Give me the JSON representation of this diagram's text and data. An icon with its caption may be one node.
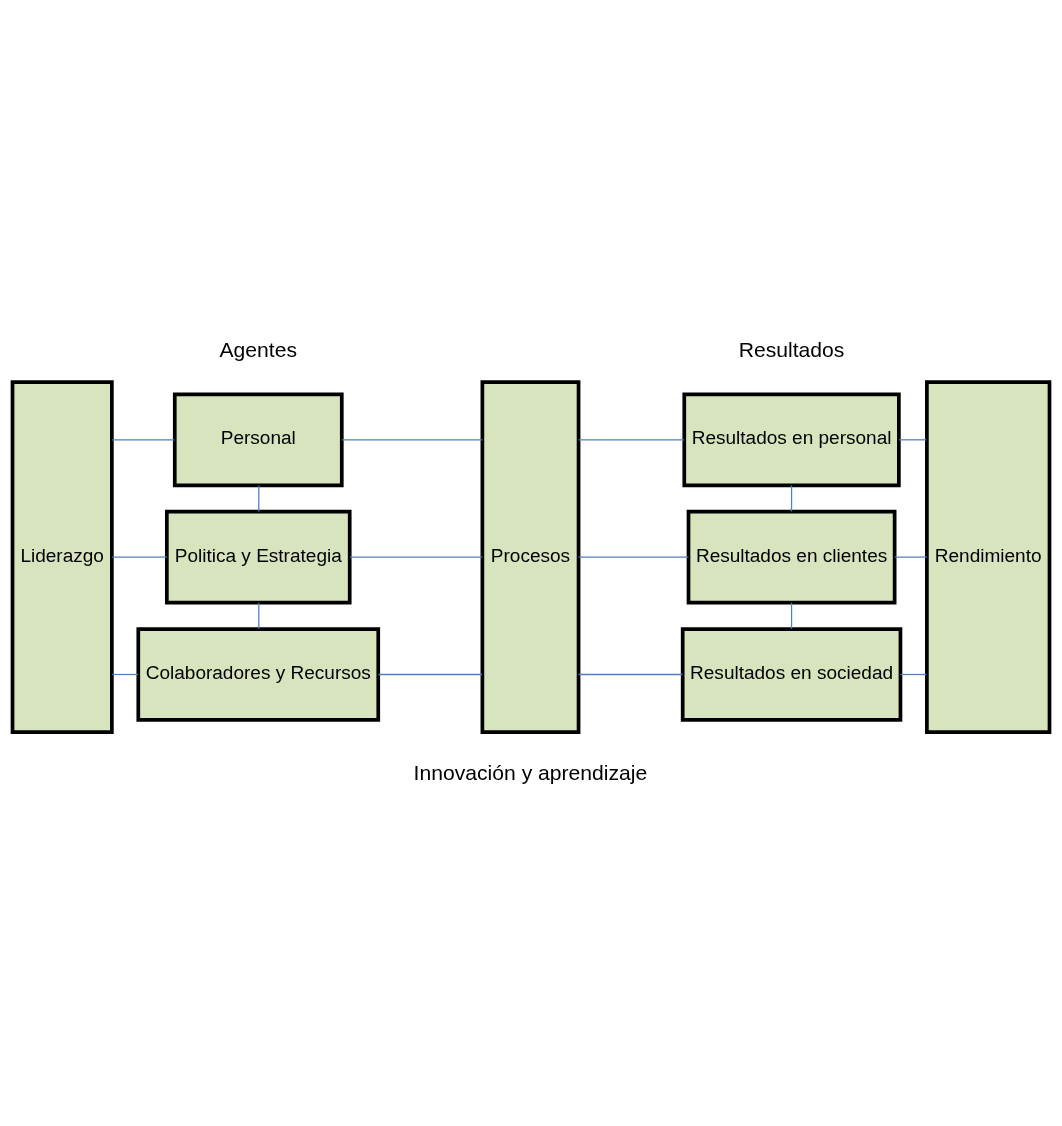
{
  "diagram": {
    "nodes": [
      {
        "text": [
          "Liderazgo"
        ]
      },
      {
        "text": [
          "Personal"
        ]
      },
      {
        "text": [
          "Politica y Estrategia"
        ]
      },
      {
        "text": [
          "Colaboradores y Recursos"
        ]
      },
      {
        "text": [
          "Procesos"
        ]
      },
      {
        "text": [
          "Resultados en personal"
        ]
      },
      {
        "text": [
          "Resultados en clientes"
        ]
      },
      {
        "text": [
          "Resultados en sociedad"
        ]
      },
      {
        "text": [
          "Rendimiento"
        ]
      }
    ],
    "edges": [
      {
        "from": 0,
        "to": 1,
        "arrow": "none"
      },
      {
        "from": 0,
        "to": 2,
        "arrow": "none"
      },
      {
        "from": 0,
        "to": 3,
        "arrow": "none"
      },
      {
        "from": 1,
        "to": 2,
        "arrow": "none"
      },
      {
        "from": 2,
        "to": 3,
        "arrow": "none"
      },
      {
        "from": 1,
        "to": 4,
        "arrow": "none"
      },
      {
        "from": 2,
        "to": 4,
        "arrow": "none"
      },
      {
        "from": 3,
        "to": 4,
        "arrow": "none"
      },
      {
        "from": 4,
        "to": 5,
        "arrow": "none"
      },
      {
        "from": 4,
        "to": 6,
        "arrow": "none"
      },
      {
        "from": 4,
        "to": 7,
        "arrow": "none"
      },
      {
        "from": 5,
        "to": 6,
        "arrow": "none"
      },
      {
        "from": 6,
        "to": 7,
        "arrow": "none"
      },
      {
        "from": 5,
        "to": 8,
        "arrow": "none"
      },
      {
        "from": 6,
        "to": 8,
        "arrow": "none"
      },
      {
        "from": 7,
        "to": 8,
        "arrow": "none"
      }
    ],
    "labels": [
      "Agentes",
      "Resultados",
      "Innovación y aprendizaje"
    ]
  }
}
